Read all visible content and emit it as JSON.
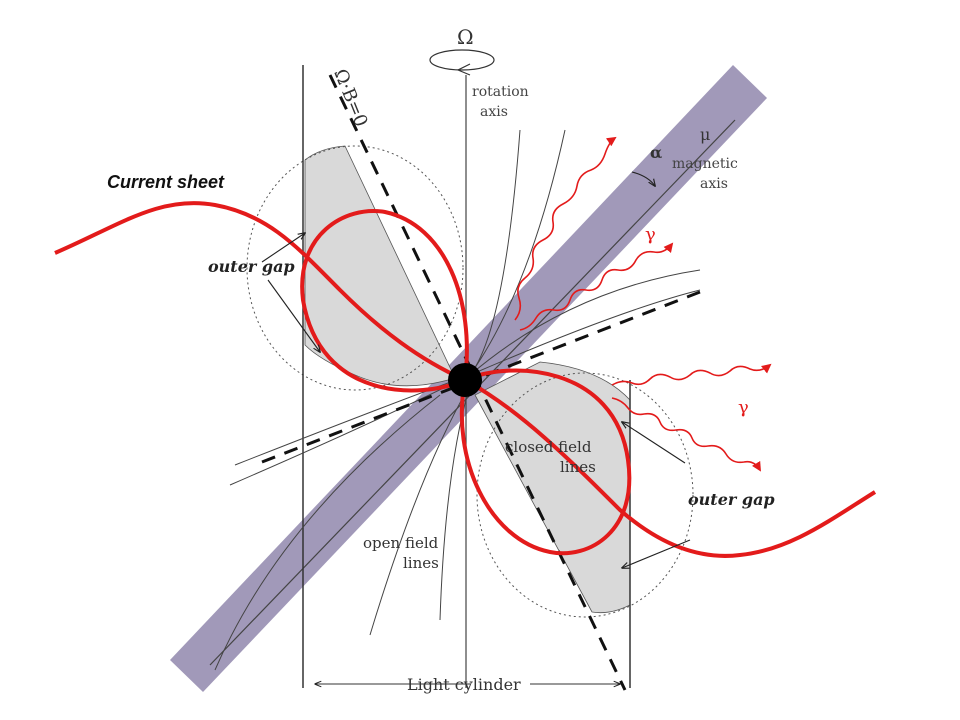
{
  "labels": {
    "omega": "Ω",
    "rotation_axis_line1": "rotation",
    "rotation_axis_line2": "axis",
    "null_surface": "Ω·B=0",
    "alpha": "α",
    "mu": "μ",
    "magnetic_axis_line1": "magnetic",
    "magnetic_axis_line2": "axis",
    "gamma_upper": "γ",
    "gamma_lower": "γ",
    "current_sheet": "Current sheet",
    "outer_gap_left": "outer gap",
    "outer_gap_right": "outer gap",
    "closed_field_line1": "closed field",
    "closed_field_line2": "lines",
    "open_field_line1": "open field",
    "open_field_line2": "lines",
    "light_cylinder": "Light cylinder"
  },
  "colors": {
    "current_sheet": "#e31b1b",
    "gamma_rays": "#e31b1b",
    "magnetic_beam": "#9c93b5",
    "outer_gap_fill": "#d9d9d9",
    "line_dark": "#222222",
    "neutron_star": "#000000"
  }
}
